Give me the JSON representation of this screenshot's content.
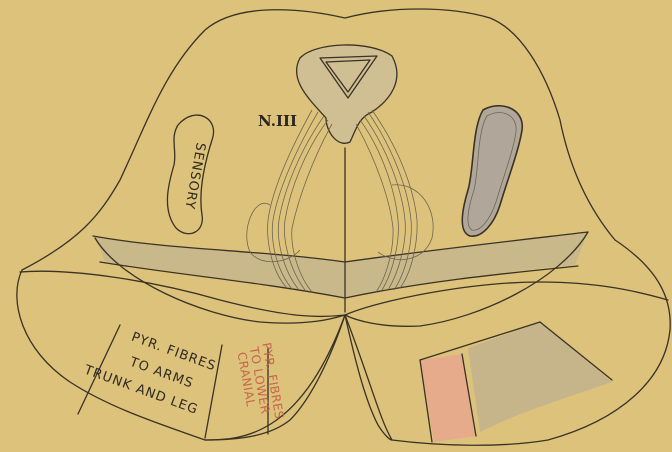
{
  "labels": {
    "nerve": "N.III",
    "sensory": "SENSORY",
    "pyr_arms": [
      "PYR. FIBRES",
      "TO ARMS",
      "TRUNK AND LEG"
    ],
    "pyr_cranial": [
      "PYR. FIBRES",
      "TO LOWER",
      "CRANIAL"
    ]
  },
  "colors": {
    "background": "#dcc27a",
    "outline": "#3a3226",
    "shaded_grey": "#c8b88a",
    "pink_fibres": "#e6ab8a",
    "red_text": "#c8654c",
    "lesion_fill": "#b0a699"
  }
}
